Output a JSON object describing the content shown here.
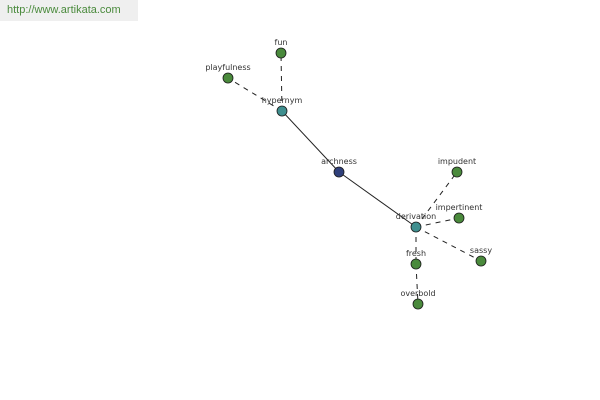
{
  "banner": {
    "url_text": "http://www.artikata.com"
  },
  "colors": {
    "leaf_node": "#4a8a3c",
    "relation_node": "#3f8f8f",
    "root_node": "#2f3f7a",
    "edge": "#222222",
    "label": "#333333"
  },
  "graph": {
    "nodes": [
      {
        "id": "archness",
        "label": "archness",
        "kind": "root"
      },
      {
        "id": "hypernym",
        "label": "hypernym",
        "kind": "relation"
      },
      {
        "id": "derivation",
        "label": "derivation",
        "kind": "relation"
      },
      {
        "id": "fun",
        "label": "fun",
        "kind": "leaf"
      },
      {
        "id": "playfulness",
        "label": "playfulness",
        "kind": "leaf"
      },
      {
        "id": "impudent",
        "label": "impudent",
        "kind": "leaf"
      },
      {
        "id": "impertinent",
        "label": "impertinent",
        "kind": "leaf"
      },
      {
        "id": "sassy",
        "label": "sassy",
        "kind": "leaf"
      },
      {
        "id": "fresh",
        "label": "fresh",
        "kind": "leaf"
      },
      {
        "id": "overbold",
        "label": "overbold",
        "kind": "leaf"
      }
    ],
    "edges": [
      {
        "from": "archness",
        "to": "hypernym",
        "style": "solid"
      },
      {
        "from": "archness",
        "to": "derivation",
        "style": "solid"
      },
      {
        "from": "hypernym",
        "to": "fun",
        "style": "dashed"
      },
      {
        "from": "hypernym",
        "to": "playfulness",
        "style": "dashed"
      },
      {
        "from": "derivation",
        "to": "impudent",
        "style": "dashed"
      },
      {
        "from": "derivation",
        "to": "impertinent",
        "style": "dashed"
      },
      {
        "from": "derivation",
        "to": "sassy",
        "style": "dashed"
      },
      {
        "from": "derivation",
        "to": "fresh",
        "style": "dashed"
      },
      {
        "from": "fresh",
        "to": "overbold",
        "style": "dashed"
      }
    ]
  }
}
